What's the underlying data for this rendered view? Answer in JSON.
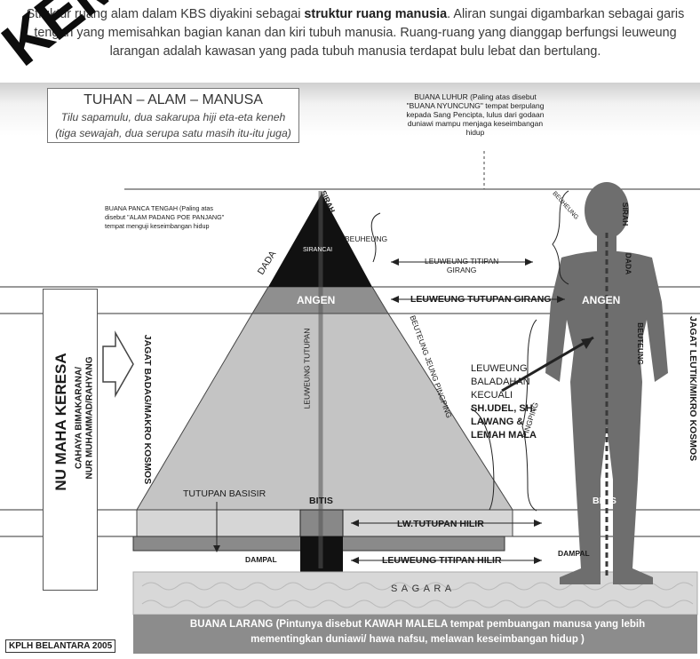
{
  "intro": {
    "text_a": "Struktur ruang alam dalam KBS diyakini sebagai ",
    "bold": "struktur ruang manusia",
    "text_b": ". Aliran sungai digambarkan sebagai garis tengah yang memisahkan bagian kanan dan kiri tubuh manusia. Ruang-ruang yang dianggap berfungsi leuweung larangan adalah kawasan yang pada tubuh manusia terdapat bulu lebat dan bertulang."
  },
  "watermark": "KEMI",
  "concept_box": {
    "title": "TUHAN – ALAM – MANUSA",
    "line1": "Tilu sapamulu, dua sakarupa hiji eta-eta keneh",
    "line2": "(tiga sewajah, dua serupa satu masih itu-itu juga)"
  },
  "buana_luhur": {
    "l1": "BUANA LUHUR (Paling atas disebut",
    "l2": "\"BUANA NYUNCUNG\" tempat berpulang",
    "l3": "kepada Sang Pencipta, lulus dari godaan",
    "l4": "duniawi mampu menjaga keseimbangan",
    "l5": "hidup"
  },
  "buana_panca_tengah": {
    "l1": "BUANA PANCA TENGAH (Paling atas",
    "l2": "disebut \"ALAM PADANG POE PANJANG\"",
    "l3": "tempat menguji keseimbangan hidup"
  },
  "pyramid": {
    "sirah": "SIRAH",
    "sirancai": "SIRANCAI",
    "dada": "DADA",
    "beuheung": "BEUHEUNG",
    "angen": "ANGEN",
    "leuweung_tutupan": "LEUWEUNG TUTUPAN",
    "beuteung_jeung_pingping": "BEUTEUNG JEUNG PINGPING",
    "jagat_badag": "JAGAT BADAG/MAKRO KOSMOS",
    "bitis": "BITIS",
    "tutupan_basisir": "TUTUPAN BASISIR",
    "dampal": "DAMPAL"
  },
  "middle": {
    "titipan_girang_1": "LEUWEUNG TITIPAN",
    "titipan_girang_2": "GIRANG",
    "tutupan_girang": "LEUWEUNG TUTUPAN GIRANG",
    "baladahan_1": "LEUWEUNG",
    "baladahan_2": "BALADAHAN",
    "baladahan_3": "KECUALI",
    "baladahan_4": "SH.UDEL, SH.",
    "baladahan_5": "LAWANG &",
    "baladahan_6": "LEMAH MALA",
    "tutupan_hilir": "LW.TUTUPAN HILIR",
    "titipan_hilir": "LEUWEUNG TITIPAN HILIR"
  },
  "human": {
    "sirah": "SIRAH",
    "beuheung": "BEUHEUNG",
    "dada": "DADA",
    "angen": "ANGEN",
    "beuteung": "BEUTEUNG",
    "pingping": "PINGPING",
    "bitis": "BITIS",
    "dampal": "DAMPAL",
    "jagat_leutik": "JAGAT LEUTIK/MIKRO KOSMOS"
  },
  "nu_maha_keresa": {
    "title": "NU MAHA KERESA",
    "line1": "CAHAYA BIMAKARANA/",
    "line2": "NUR MUHAMMAD/RAHYANG"
  },
  "sagara": "S A G A R A",
  "buana_larang": {
    "l1": "BUANA LARANG (Pintunya disebut KAWAH MALELA tempat pembuangan manusa yang lebih",
    "l2": "mementingkan duniawi/ hawa nafsu, melawan keseimbangan hidup )"
  },
  "credit": "KPLH BELANTARA 2005",
  "colors": {
    "pyramid_fill": "#c4c4c4",
    "angen_band": "#8f8f8f",
    "apex": "#111111",
    "body": "#6e6e6e",
    "sagara": "#d8d8d8",
    "buana_larang": "#8c8c8c"
  }
}
